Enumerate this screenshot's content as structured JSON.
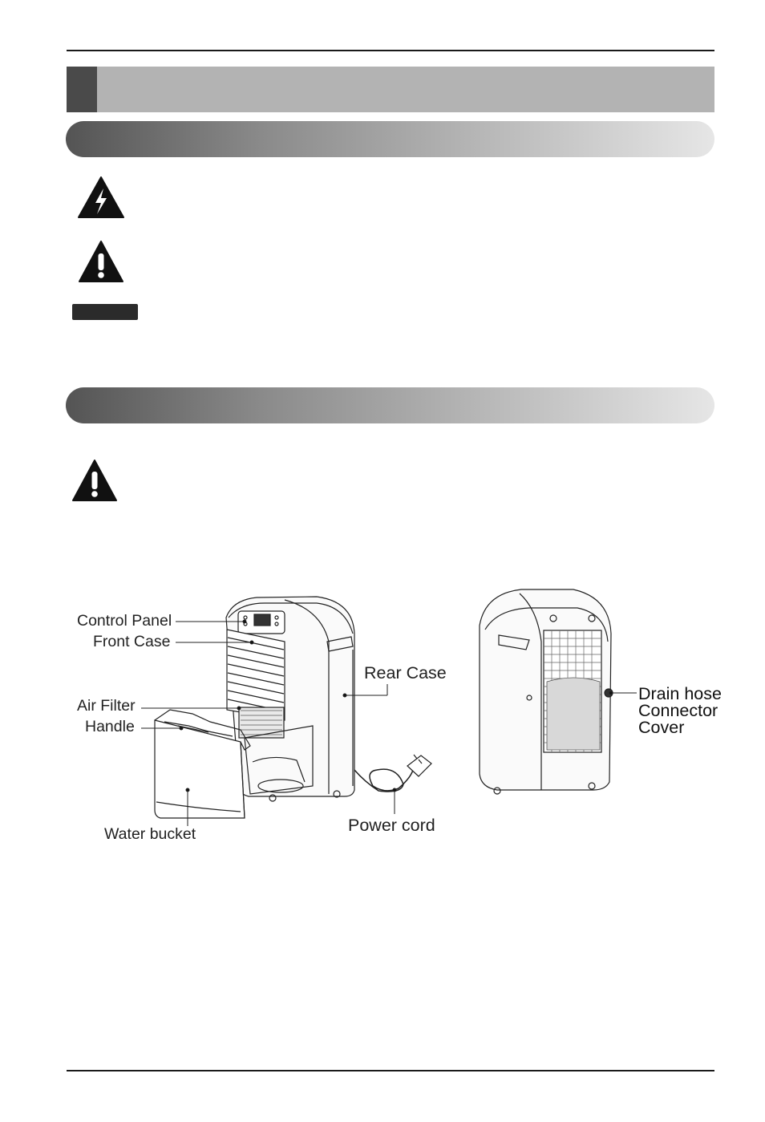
{
  "icons": {
    "electric_warning": "lightning-warning-triangle",
    "caution_top": "exclamation-warning-triangle",
    "caution_bottom": "exclamation-warning-triangle"
  },
  "colors": {
    "rule": "#1a1a1a",
    "title_band": "#b3b3b3",
    "title_tab": "#4a4a4a",
    "note_tag": "#2b2b2b"
  },
  "parts": {
    "front": {
      "control_panel": "Control Panel",
      "front_case": "Front Case",
      "air_filter": "Air Filter",
      "handle": "Handle",
      "water_bucket": "Water bucket",
      "rear_case": "Rear Case",
      "power_cord": "Power cord"
    },
    "back": {
      "drain_line1": "Drain hose",
      "drain_line2": "Connector",
      "drain_line3": "Cover"
    }
  }
}
